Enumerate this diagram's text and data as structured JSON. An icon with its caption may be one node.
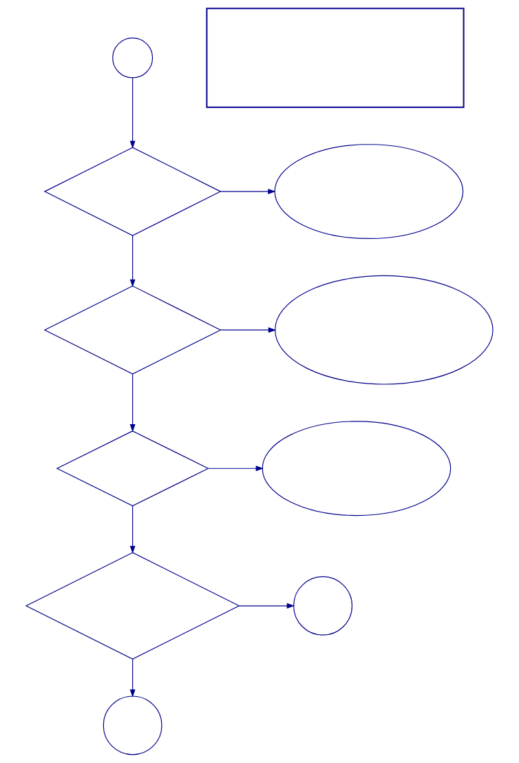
{
  "diagram": {
    "nodes": [
      {
        "text": [],
        "shape": "circle"
      },
      {
        "text": [],
        "shape": "box"
      },
      {
        "text": [],
        "shape": "diamond"
      },
      {
        "text": [],
        "shape": "ellipse"
      },
      {
        "text": [],
        "shape": "diamond"
      },
      {
        "text": [],
        "shape": "ellipse"
      },
      {
        "text": [],
        "shape": "diamond"
      },
      {
        "text": [],
        "shape": "ellipse"
      },
      {
        "text": [],
        "shape": "diamond"
      },
      {
        "text": [],
        "shape": "circle"
      },
      {
        "text": [],
        "shape": "circle"
      }
    ],
    "edges": [
      {
        "from": 0,
        "to": 2,
        "arrow": "to"
      },
      {
        "from": 2,
        "to": 3,
        "arrow": "to"
      },
      {
        "from": 2,
        "to": 4,
        "arrow": "to"
      },
      {
        "from": 4,
        "to": 5,
        "arrow": "to"
      },
      {
        "from": 4,
        "to": 6,
        "arrow": "to"
      },
      {
        "from": 6,
        "to": 7,
        "arrow": "to"
      },
      {
        "from": 6,
        "to": 8,
        "arrow": "to"
      },
      {
        "from": 8,
        "to": 9,
        "arrow": "to"
      },
      {
        "from": 8,
        "to": 10,
        "arrow": "to"
      }
    ]
  }
}
